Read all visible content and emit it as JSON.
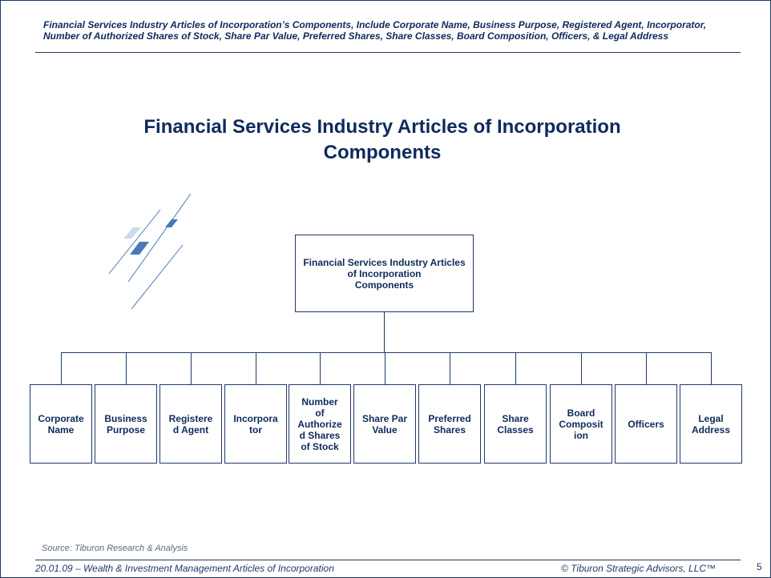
{
  "header": {
    "line1": "Financial Services Industry Articles of Incorporation’s Components, Include Corporate Name, Business Purpose, Registered Agent, Incorporator,",
    "line2": "Number of Authorized Shares of Stock, Share Par Value, Preferred Shares, Share Classes, Board Composition, Officers, & Legal Address"
  },
  "title": {
    "line1": "Financial Services Industry Articles of Incorporation",
    "line2": "Components"
  },
  "diagram": {
    "root": {
      "line1": "Financial Services Industry Articles",
      "line2": "of Incorporation",
      "line3": "Components"
    },
    "children": [
      [
        "Corporate",
        "Name"
      ],
      [
        "Business",
        "Purpose"
      ],
      [
        "Registere",
        "d Agent"
      ],
      [
        "Incorpora",
        "tor"
      ],
      [
        "Number",
        "of",
        "Authorize",
        "d Shares",
        "of Stock"
      ],
      [
        "Share Par",
        "Value"
      ],
      [
        "Preferred",
        "Shares"
      ],
      [
        "Share",
        "Classes"
      ],
      [
        "Board",
        "Composit",
        "ion"
      ],
      [
        "Officers"
      ],
      [
        "Legal",
        "Address"
      ]
    ]
  },
  "source": "Source: Tiburon Research & Analysis",
  "footer": {
    "left": "20.01.09 – Wealth & Investment Management Articles of Incorporation",
    "right": "© Tiburon Strategic Advisors, LLC™",
    "page": "5"
  },
  "colors": {
    "navy": "#0f2a5c",
    "accent_blue": "#4a78b8",
    "light_blue": "#c9daf0"
  }
}
